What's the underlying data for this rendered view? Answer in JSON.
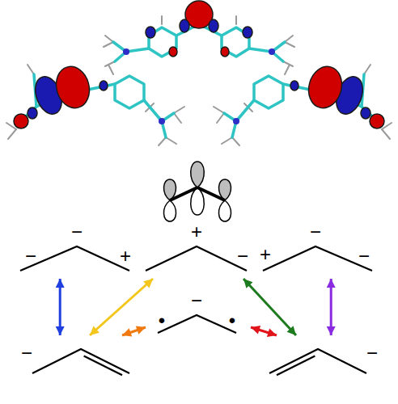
{
  "diagram": {
    "nodes": [
      {
        "text": [
          "−",
          "−",
          "+"
        ]
      },
      {
        "text": [
          "+",
          "−"
        ]
      },
      {
        "text": [
          "−",
          "+",
          "−"
        ]
      },
      {
        "text": [
          "−",
          "•",
          "•"
        ]
      },
      {
        "text": [
          "−"
        ]
      },
      {
        "text": [
          "−"
        ]
      }
    ],
    "edges": [
      {
        "from": 0,
        "to": 4,
        "arrow": "both"
      },
      {
        "from": 1,
        "to": 4,
        "arrow": "both"
      },
      {
        "from": 4,
        "to": 3,
        "arrow": "both"
      },
      {
        "from": 1,
        "to": 5,
        "arrow": "both"
      },
      {
        "from": 3,
        "to": 5,
        "arrow": "both"
      },
      {
        "from": 2,
        "to": 5,
        "arrow": "both"
      }
    ]
  }
}
